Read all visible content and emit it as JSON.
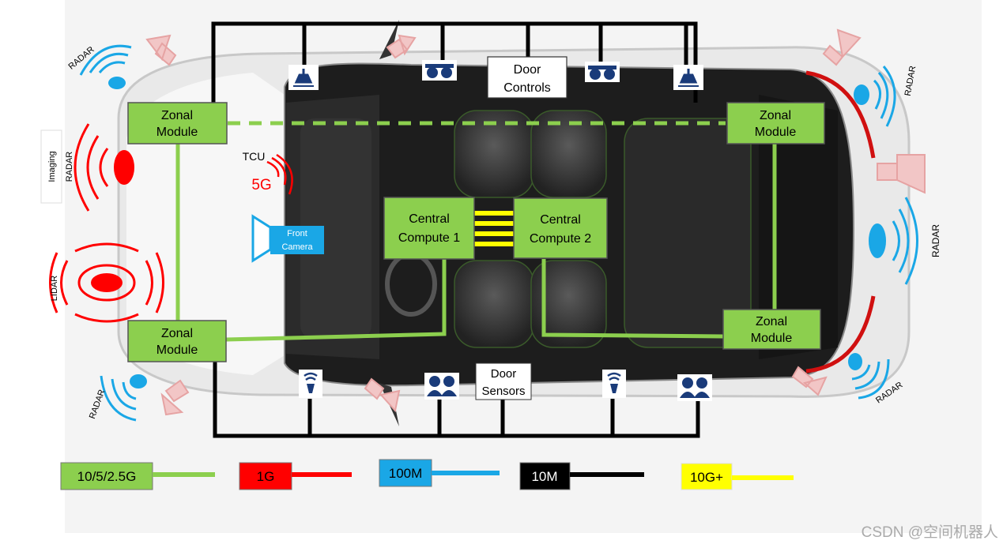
{
  "modules": {
    "zonal_front_left": {
      "line1": "Zonal",
      "line2": "Module"
    },
    "zonal_front_right": {
      "line1": "Zonal",
      "line2": "Module"
    },
    "zonal_rear_left": {
      "line1": "Zonal",
      "line2": "Module"
    },
    "zonal_rear_right": {
      "line1": "Zonal",
      "line2": "Module"
    },
    "central_1": {
      "line1": "Central",
      "line2": "Compute 1"
    },
    "central_2": {
      "line1": "Central",
      "line2": "Compute 2"
    }
  },
  "door": {
    "controls": {
      "line1": "Door",
      "line2": "Controls"
    },
    "sensors": {
      "line1": "Door",
      "line2": "Sensors"
    }
  },
  "sensors": {
    "radar": "RADAR",
    "imaging_radar": {
      "line1": "Imaging",
      "line2": "RADAR"
    },
    "lidar": "LIDAR",
    "tcu": "TCU",
    "fiveg": "5G",
    "front_camera": {
      "line1": "Front",
      "line2": "Camera"
    }
  },
  "legend": [
    {
      "label": "10/5/2.5G",
      "color": "#8ccf4e"
    },
    {
      "label": "1G",
      "color": "#ff0000"
    },
    {
      "label": "100M",
      "color": "#1aa7e6"
    },
    {
      "label": "10M",
      "color": "#000000"
    },
    {
      "label": "10G+",
      "color": "#ffff00"
    }
  ],
  "watermark": "CSDN @空间机器人"
}
